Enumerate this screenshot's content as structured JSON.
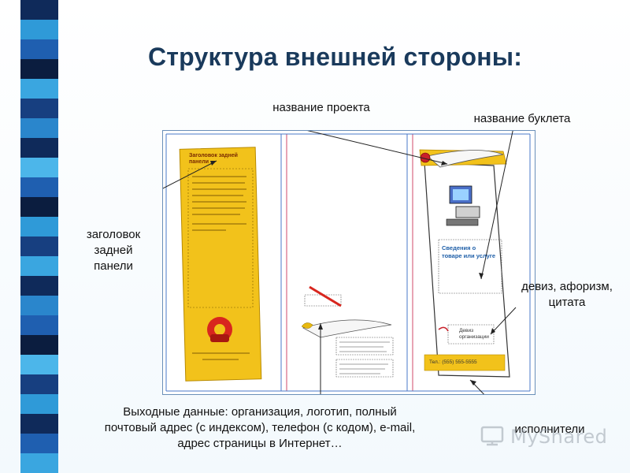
{
  "slide": {
    "title": "Структура внешней стороны:"
  },
  "labels": {
    "project_name": "название проекта",
    "booklet_name": "название буклета",
    "back_panel_header": "заголовок\nзадней\nпанели",
    "motto": "девиз, афоризм,\nцитата",
    "output_data": "Выходные данные: организация, логотип, полный\nпочтовый адрес (с индексом), телефон (с кодом), e-mail,\nадрес страницы в Интернет…",
    "performers": "исполнители"
  },
  "brochure": {
    "back_panel_title": "Заголовок задней панели",
    "product_info": "Сведения о товаре или услуге",
    "motto_box": "Девиз организации",
    "phone_bar": "Тел.: (555) 555-5555"
  },
  "watermark": {
    "text": "MyShared"
  },
  "colors": {
    "title": "#1a3a5c",
    "panel_yellow": "#f2c21b",
    "guide_blue": "#4a78c8",
    "guide_red": "#d04a6a",
    "stripe_dark": "#0f2a5a",
    "stripe_mid": "#1f5fb0",
    "stripe_light": "#2f9ad8"
  }
}
